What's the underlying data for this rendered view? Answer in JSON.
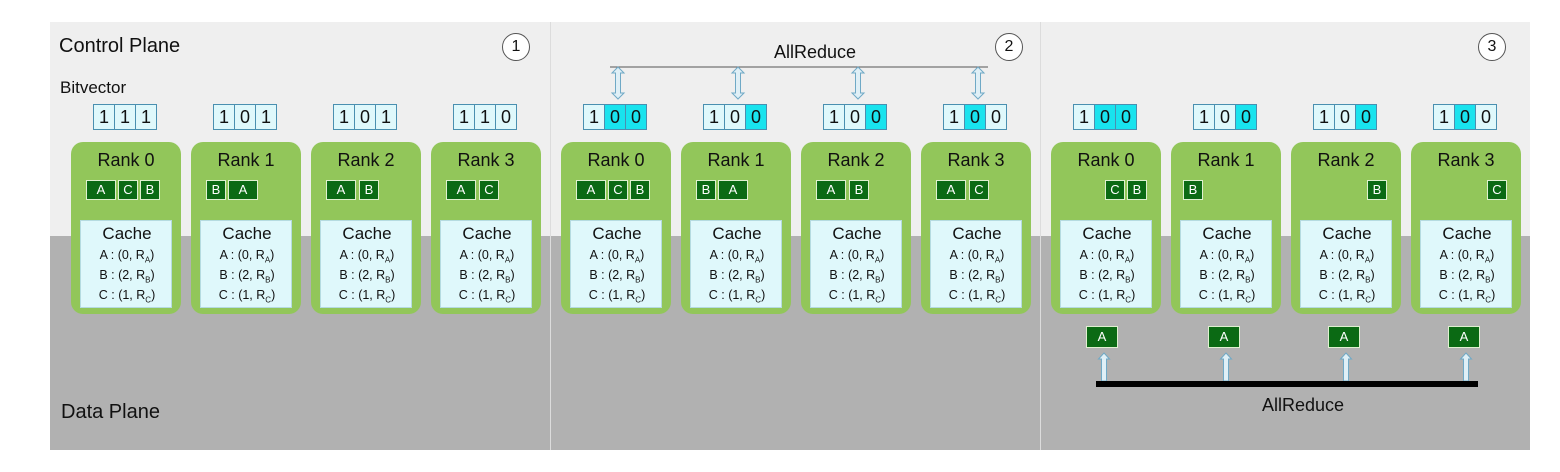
{
  "labels": {
    "control_plane": "Control Plane",
    "data_plane": "Data Plane",
    "bitvector": "Bitvector",
    "allreduce_top": "AllReduce",
    "allreduce_bottom": "AllReduce"
  },
  "stages": [
    {
      "number": "1",
      "ranks": [
        {
          "title": "Rank 0",
          "bits": [
            {
              "v": "1",
              "hl": false
            },
            {
              "v": "1",
              "hl": false
            },
            {
              "v": "1",
              "hl": false
            }
          ],
          "tokens": [
            "A",
            "C",
            "B"
          ]
        },
        {
          "title": "Rank 1",
          "bits": [
            {
              "v": "1",
              "hl": false
            },
            {
              "v": "0",
              "hl": false
            },
            {
              "v": "1",
              "hl": false
            }
          ],
          "tokens": [
            "B",
            "A"
          ]
        },
        {
          "title": "Rank 2",
          "bits": [
            {
              "v": "1",
              "hl": false
            },
            {
              "v": "0",
              "hl": false
            },
            {
              "v": "1",
              "hl": false
            }
          ],
          "tokens": [
            "A",
            "B"
          ]
        },
        {
          "title": "Rank 3",
          "bits": [
            {
              "v": "1",
              "hl": false
            },
            {
              "v": "1",
              "hl": false
            },
            {
              "v": "0",
              "hl": false
            }
          ],
          "tokens": [
            "A",
            "C"
          ]
        }
      ]
    },
    {
      "number": "2",
      "ranks": [
        {
          "title": "Rank 0",
          "bits": [
            {
              "v": "1",
              "hl": false
            },
            {
              "v": "0",
              "hl": true
            },
            {
              "v": "0",
              "hl": true
            }
          ],
          "tokens": [
            "A",
            "C",
            "B"
          ]
        },
        {
          "title": "Rank 1",
          "bits": [
            {
              "v": "1",
              "hl": false
            },
            {
              "v": "0",
              "hl": false
            },
            {
              "v": "0",
              "hl": true
            }
          ],
          "tokens": [
            "B",
            "A"
          ]
        },
        {
          "title": "Rank 2",
          "bits": [
            {
              "v": "1",
              "hl": false
            },
            {
              "v": "0",
              "hl": false
            },
            {
              "v": "0",
              "hl": true
            }
          ],
          "tokens": [
            "A",
            "B"
          ]
        },
        {
          "title": "Rank 3",
          "bits": [
            {
              "v": "1",
              "hl": false
            },
            {
              "v": "0",
              "hl": true
            },
            {
              "v": "0",
              "hl": false
            }
          ],
          "tokens": [
            "A",
            "C"
          ]
        }
      ]
    },
    {
      "number": "3",
      "ranks": [
        {
          "title": "Rank 0",
          "bits": [
            {
              "v": "1",
              "hl": false
            },
            {
              "v": "0",
              "hl": true
            },
            {
              "v": "0",
              "hl": true
            }
          ],
          "tokens": [
            "C",
            "B"
          ],
          "data_token": "A"
        },
        {
          "title": "Rank 1",
          "bits": [
            {
              "v": "1",
              "hl": false
            },
            {
              "v": "0",
              "hl": false
            },
            {
              "v": "0",
              "hl": true
            }
          ],
          "tokens": [
            "B"
          ],
          "data_token": "A"
        },
        {
          "title": "Rank 2",
          "bits": [
            {
              "v": "1",
              "hl": false
            },
            {
              "v": "0",
              "hl": false
            },
            {
              "v": "0",
              "hl": true
            }
          ],
          "tokens": [
            "B"
          ],
          "data_token": "A"
        },
        {
          "title": "Rank 3",
          "bits": [
            {
              "v": "1",
              "hl": false
            },
            {
              "v": "0",
              "hl": true
            },
            {
              "v": "0",
              "hl": false
            }
          ],
          "tokens": [
            "C"
          ],
          "data_token": "A"
        }
      ]
    }
  ],
  "cache": {
    "title": "Cache",
    "entries": [
      {
        "prefix": "A : (0, R",
        "sub": "A",
        "suffix": ")"
      },
      {
        "prefix": "B : (2, R",
        "sub": "B",
        "suffix": ")"
      },
      {
        "prefix": "C : (1, R",
        "sub": "C",
        "suffix": ")"
      }
    ]
  },
  "colors": {
    "control_bg": "#efefef",
    "data_bg": "#b1b1b1",
    "rank_green": "#92c65a",
    "token_green": "#0b6a14",
    "cache_bg": "#dff8fb",
    "bit_highlight": "#19e3ee",
    "arrow_fill": "#dfeff6",
    "arrow_stroke": "#6fa9c6"
  }
}
